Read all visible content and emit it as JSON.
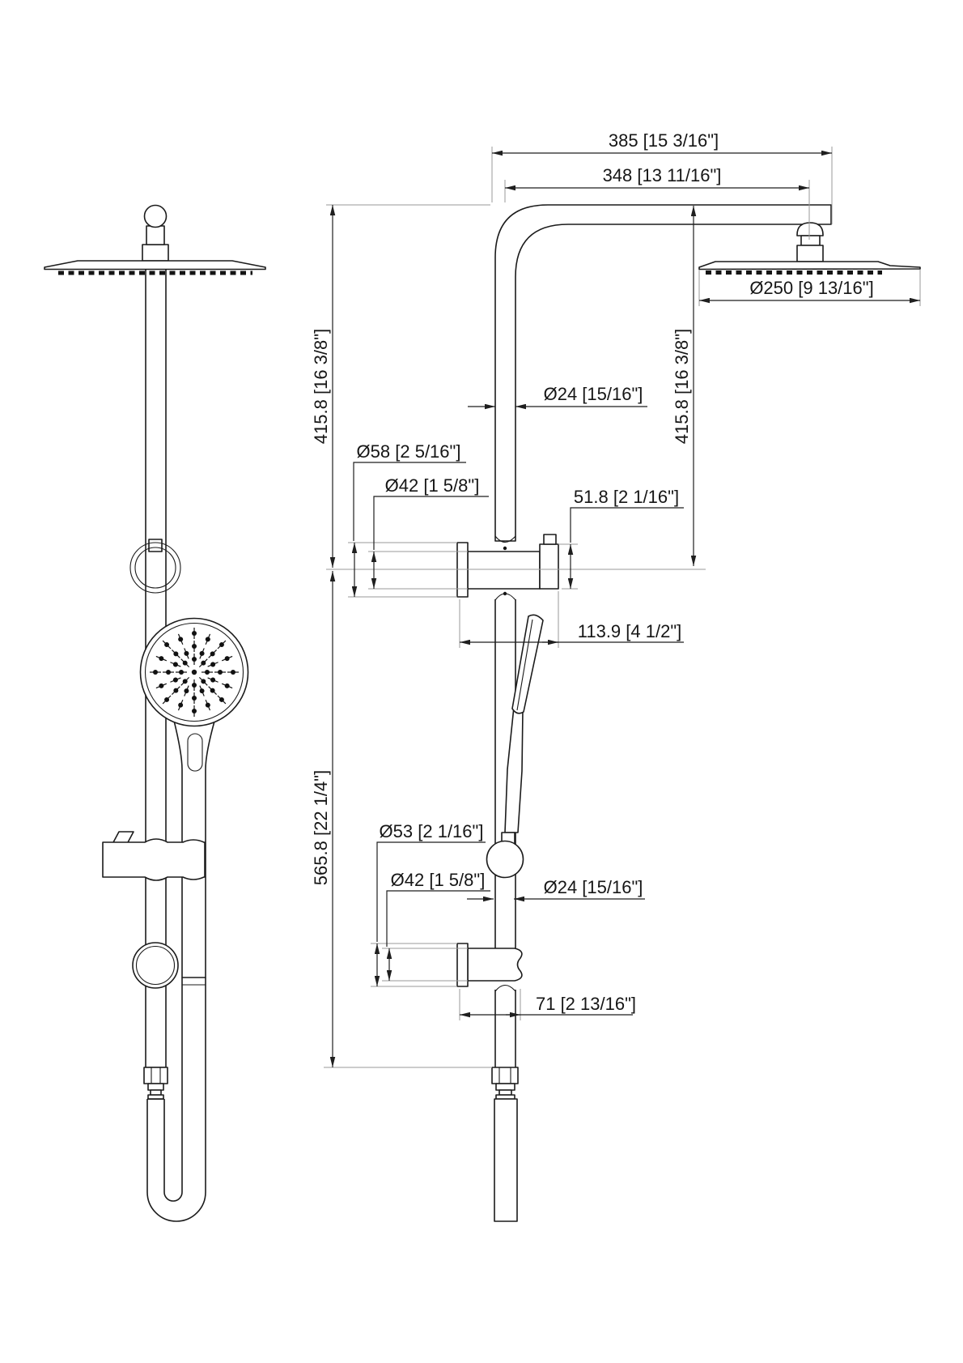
{
  "page": {
    "background": "#ffffff",
    "line_color": "#1b1b1b",
    "extension_line_color": "#9a9a9a",
    "text_color": "#161616"
  },
  "drawing": {
    "title": "Shower column with overhead rain shower and hand shower - dimensioned drawing",
    "views": {
      "left": "front view",
      "right": "side view"
    },
    "units": "mm [inch]",
    "dimensions": {
      "arm_length": "385 [15 3/16\"]",
      "arm_reach_to_head_center": "348 [13 11/16\"]",
      "head_diameter": "Ø250 [9 13/16\"]",
      "upper_height": "415.8 [16 3/8\"]",
      "pipe_diameter": "Ø24 [15/16\"]",
      "upper_bracket_flange_diameter": "Ø58 [2 5/16\"]",
      "upper_bracket_body_diameter": "Ø42 [1 5/8\"]",
      "upper_bracket_height": "51.8 [2 1/16\"]",
      "upper_bracket_depth": "113.9 [4 1/2\"]",
      "lower_height": "565.8 [22 1/4\"]",
      "lower_bracket_flange_diameter": "Ø53 [2 1/16\"]",
      "lower_bracket_body_diameter": "Ø42 [1 5/8\"]",
      "lower_pipe_diameter": "Ø24 [15/16\"]",
      "lower_bracket_depth": "71 [2 13/16\"]"
    }
  }
}
